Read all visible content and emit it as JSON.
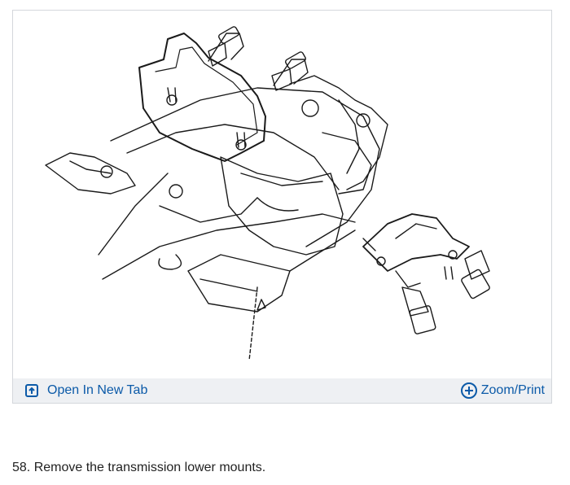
{
  "figure": {
    "open_in_new_tab_label": "Open In New Tab",
    "zoom_print_label": "Zoom/Print",
    "accent_color": "#0b5aa8",
    "toolbar_bg": "#eef0f3"
  },
  "step": {
    "text": "58. Remove the transmission lower mounts."
  },
  "icons": {
    "open_tab": "open-in-new-tab-icon",
    "zoom": "zoom-plus-icon"
  }
}
